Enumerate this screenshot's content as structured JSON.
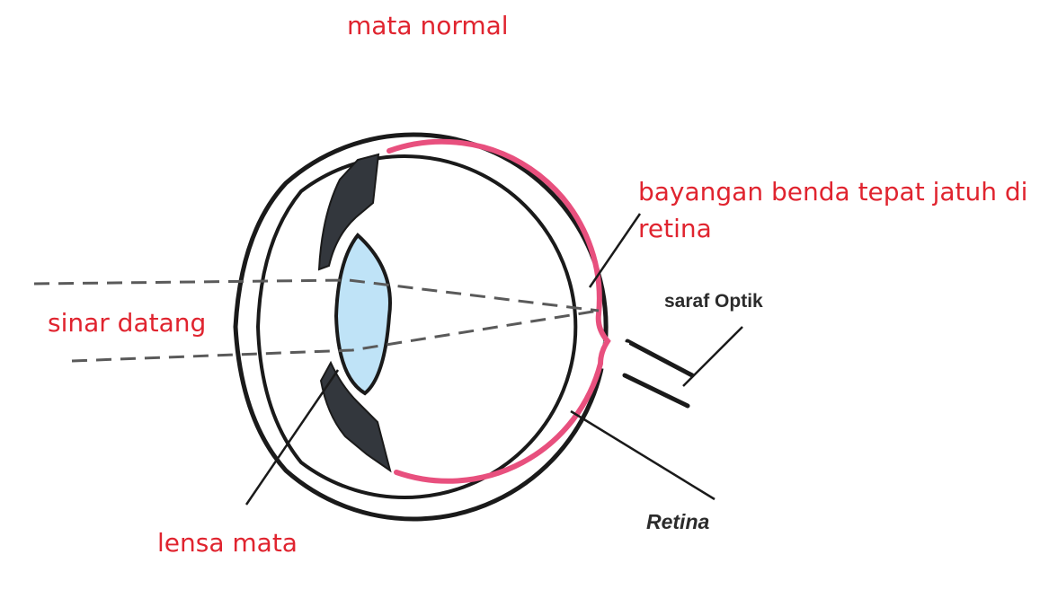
{
  "title": "mata normal",
  "labels": {
    "image_note_line1": "bayangan benda tepat jatuh di",
    "image_note_line2": "retina",
    "incoming_rays": "sinar datang",
    "eye_lens": "lensa mata",
    "optic_nerve": "saraf Optik",
    "retina": "Retina"
  },
  "colors": {
    "annotation_red": "#e0242f",
    "retina_pink": "#e8507e",
    "lens_blue": "#bfe3f7",
    "iris_dark": "#33373d",
    "outline": "#1a1a1a"
  }
}
